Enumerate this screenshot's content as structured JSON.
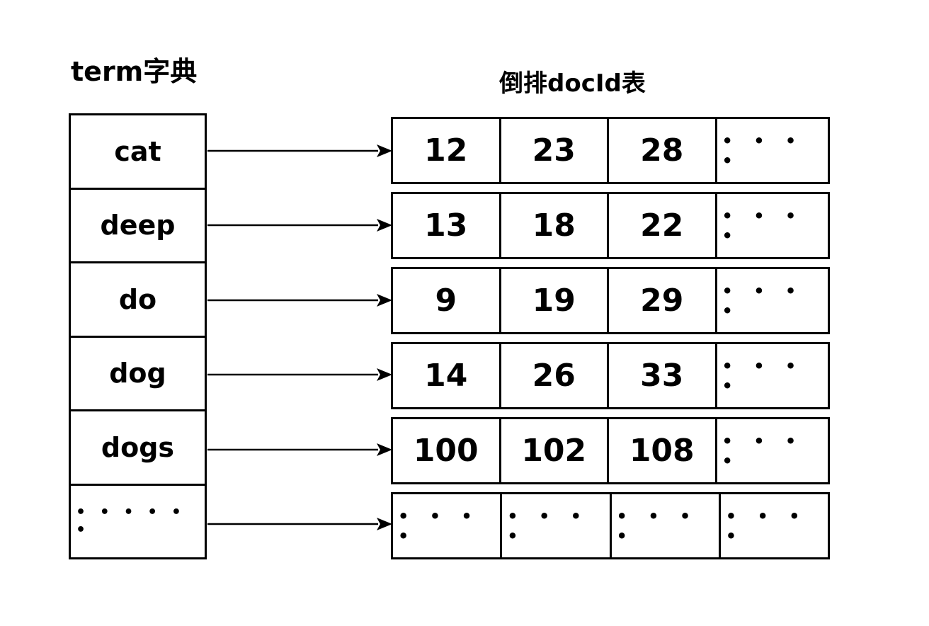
{
  "titles": {
    "left": "term字典",
    "right": "倒排docId表"
  },
  "colors": {
    "ink": "#000000",
    "background": "#ffffff"
  },
  "dictionary": {
    "terms": [
      "cat",
      "deep",
      "do",
      "dog",
      "dogs",
      "• • • • • •"
    ]
  },
  "postings": {
    "rows": [
      [
        "12",
        "23",
        "28",
        "• • • •"
      ],
      [
        "13",
        "18",
        "22",
        "• • • •"
      ],
      [
        "9",
        "19",
        "29",
        "• • • •"
      ],
      [
        "14",
        "26",
        "33",
        "• • • •"
      ],
      [
        "100",
        "102",
        "108",
        "• • • •"
      ],
      [
        "• • • •",
        "• • • •",
        "• • • •",
        "• • • •"
      ]
    ]
  }
}
